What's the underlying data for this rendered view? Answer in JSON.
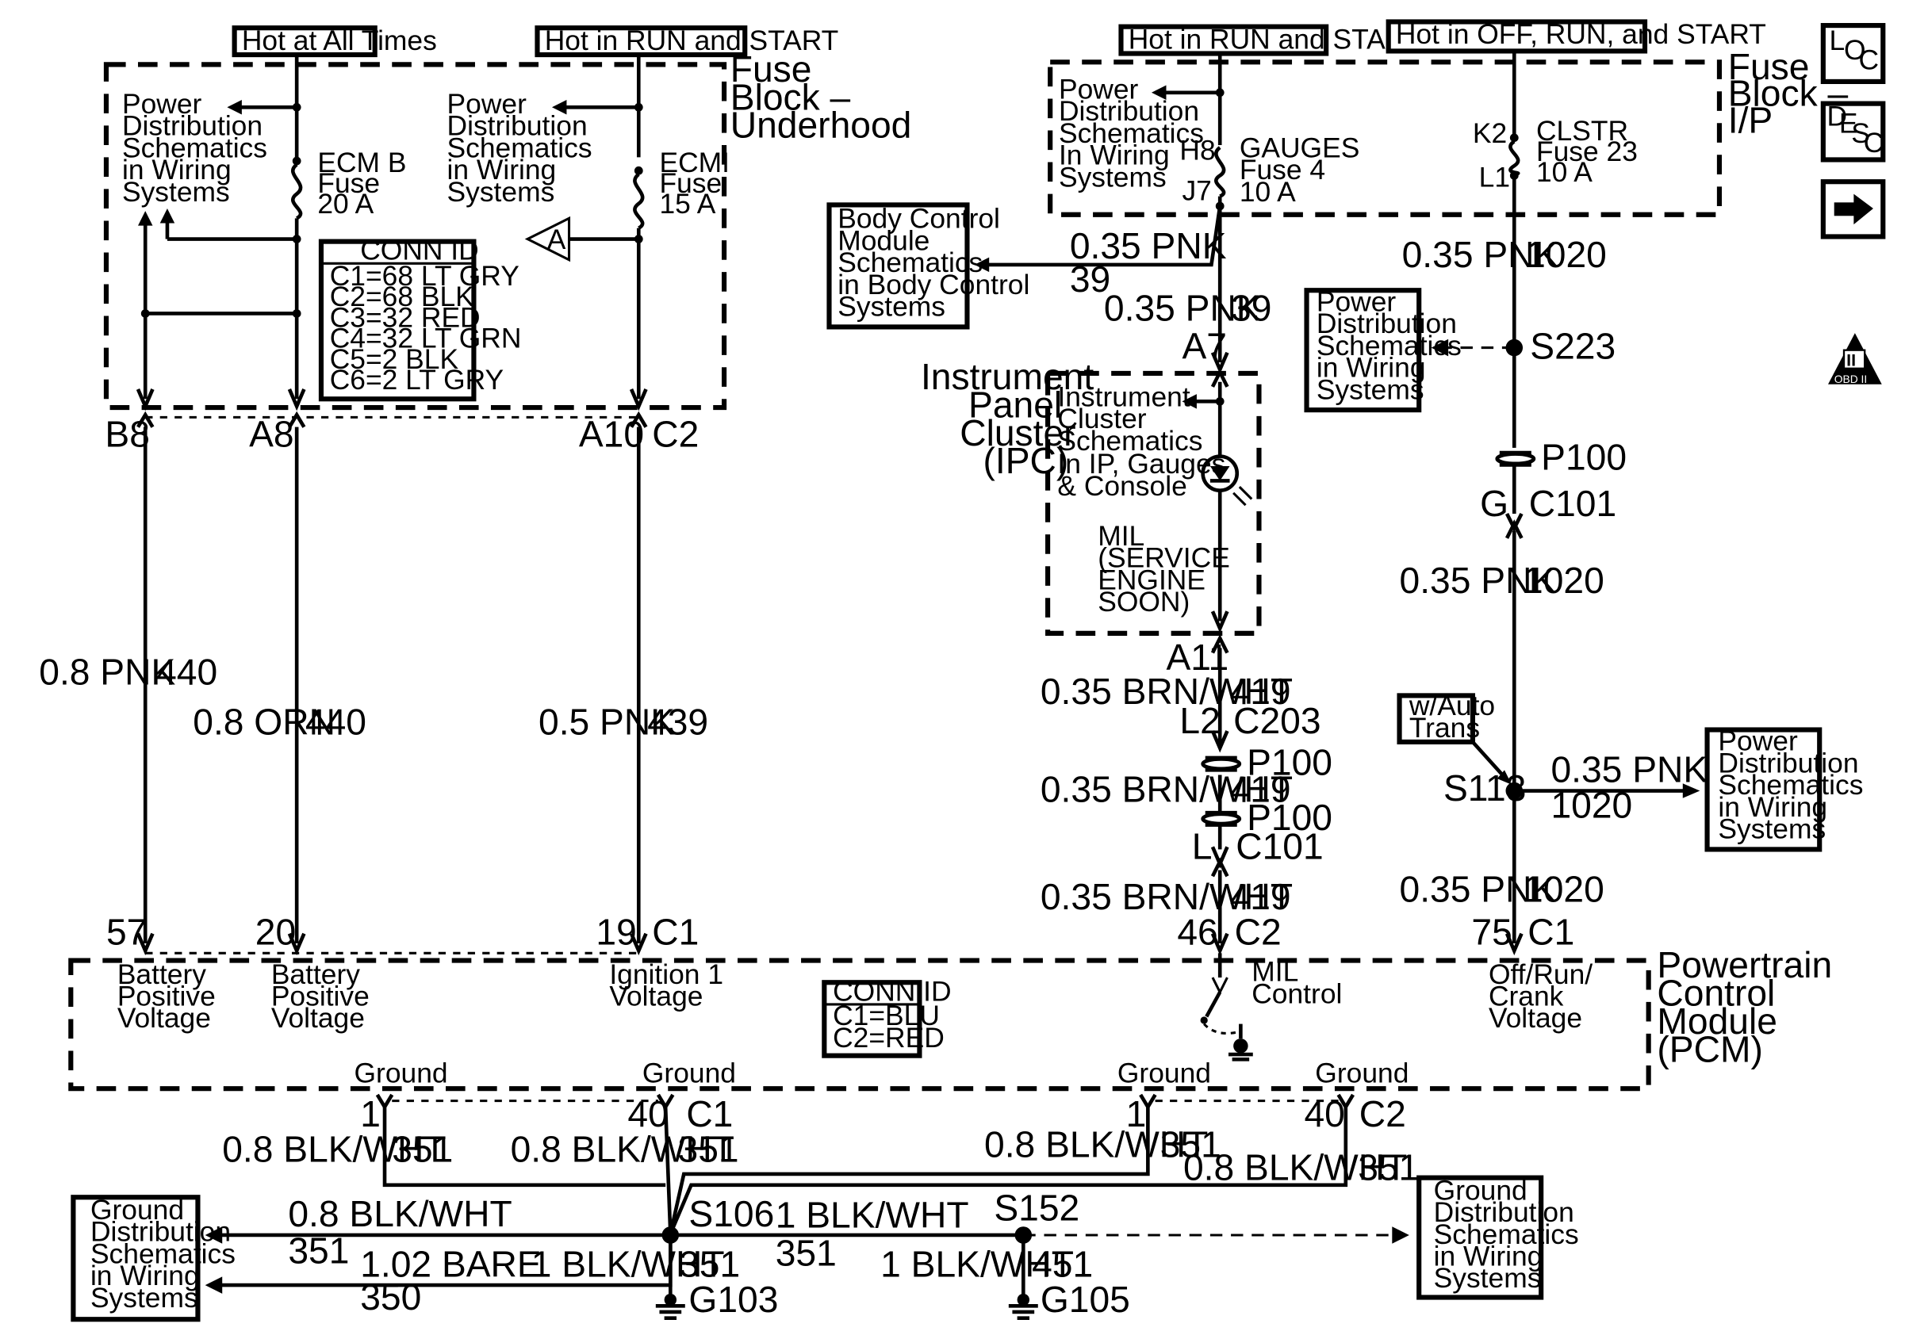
{
  "fuse_block_underhood": {
    "title": [
      "Fuse",
      "Block –",
      "Underhood"
    ],
    "hot_all_times": "Hot at All Times",
    "hot_run_start": "Hot in RUN and START",
    "pwr_dist_left": [
      "Power",
      "Distribution",
      "Schematics",
      "in Wiring",
      "Systems"
    ],
    "pwr_dist_mid": [
      "Power",
      "Distribution",
      "Schematics",
      "in Wiring",
      "Systems"
    ],
    "ecm_b_fuse": [
      "ECM B",
      "Fuse",
      "20 A"
    ],
    "ecmi_fuse": [
      "ECMI",
      "Fuse",
      "15 A"
    ],
    "ref_a": "A",
    "conn_id_title": "CONN ID",
    "conn_id": [
      "C1=68 LT GRY",
      "C2=68 BLK",
      "C3=32 RED",
      "C4=32 LT GRN",
      "C5=2 BLK",
      "C6=2 LT GRY"
    ],
    "pins": {
      "b8": "B8",
      "a8": "A8",
      "a10": "A10",
      "c2": "C2"
    }
  },
  "fuse_block_ip": {
    "title": [
      "Fuse",
      "Block –",
      "I/P"
    ],
    "hot_run_start": "Hot in RUN and START",
    "hot_off_run_start": "Hot in OFF, RUN, and START",
    "pwr_dist": [
      "Power",
      "Distribution",
      "Schematics",
      "In Wiring",
      "Systems"
    ],
    "gauges_fuse": [
      "GAUGES",
      "Fuse 4",
      "10 A"
    ],
    "clstr_fuse": [
      "CLSTR",
      "Fuse 23",
      "10 A"
    ],
    "pins": {
      "h8": "H8",
      "j7": "J7",
      "k2": "K2",
      "l1": "L1"
    }
  },
  "bcm_box": [
    "Body Control",
    "Module",
    "Schematics",
    "in Body Control",
    "Systems"
  ],
  "pwr_dist_s223": [
    "Power",
    "Distribution",
    "Schematics",
    "in Wiring",
    "Systems"
  ],
  "pwr_dist_s113": [
    "Power",
    "Distribution",
    "Schematics",
    "in Wiring",
    "Systems"
  ],
  "gnd_dist_left": [
    "Ground",
    "Distribution",
    "Schematics",
    "in Wiring",
    "Systems"
  ],
  "gnd_dist_right": [
    "Ground",
    "Distribution",
    "Schematics",
    "in Wiring",
    "Systems"
  ],
  "ipc": {
    "title": [
      "Instrument",
      "Panel",
      "Cluster",
      "(IPC)"
    ],
    "schem_ref": [
      "Instrument",
      "Cluster",
      "Schematics",
      "In IP, Gauges",
      "& Console"
    ],
    "mil": [
      "MIL",
      "(SERVICE",
      "ENGINE",
      "SOON)"
    ],
    "a7": "A7",
    "a11": "A11"
  },
  "pcm": {
    "title": [
      "Powertrain",
      "Control",
      "Module",
      "(PCM)"
    ],
    "batt1": [
      "Battery",
      "Positive",
      "Voltage"
    ],
    "batt2": [
      "Battery",
      "Positive",
      "Voltage"
    ],
    "ign": [
      "Ignition 1",
      "Voltage"
    ],
    "mil_ctrl": [
      "MIL",
      "Control"
    ],
    "orc": [
      "Off/Run/",
      "Crank",
      "Voltage"
    ],
    "conn_id_title": "CONN ID",
    "conn_id": [
      "C1=BLU",
      "C2=RED"
    ],
    "ground": "Ground",
    "pins_top": {
      "p57": "57",
      "p20": "20",
      "p19": "19",
      "c1": "C1",
      "p46": "46",
      "c2": "C2",
      "p75": "75",
      "c1b": "C1"
    },
    "pins_bot": {
      "p1a": "1",
      "p40a": "40",
      "c1": "C1",
      "p1b": "1",
      "p40b": "40",
      "c2": "C2"
    }
  },
  "wires": {
    "b8_color": "0.8 PNK",
    "b8_circ": "440",
    "a8_color": "0.8 ORN",
    "a8_circ": "440",
    "a10_color": "0.5 PNK",
    "a10_circ": "439",
    "j7_color": "0.35 PNK",
    "j7_circ": "39",
    "bcm_color": "0.35 PNK",
    "bcm_circ": "39",
    "l1_color": "0.35 PNK",
    "l1_circ": "1020",
    "c101_color": "0.35 PNK",
    "c101_circ": "1020",
    "s113_right_color": "0.35 PNK",
    "s113_right_circ": "1020",
    "s113_down_color": "0.35 PNK",
    "s113_down_circ": "1020",
    "brn1_color": "0.35 BRN/WHT",
    "brn1_circ": "419",
    "brn2_color": "0.35 BRN/WHT",
    "brn2_circ": "419",
    "brn3_color": "0.35 BRN/WHT",
    "brn3_circ": "419",
    "g1_color": "0.8 BLK/WHT",
    "g1_circ": "351",
    "g2_color": "0.8 BLK/WHT",
    "g2_circ": "351",
    "g3_color": "0.8 BLK/WHT",
    "g3_circ": "351",
    "g4_color": "0.8 BLK/WHT",
    "g4_circ": "351",
    "gl_color": "0.8 BLK/WHT",
    "gl_circ": "351",
    "bare_color": "1.02 BARE",
    "bare_circ": "350",
    "s106_down_color": "1 BLK/WHT",
    "s106_down_circ": "351",
    "s106_right_color": "1 BLK/WHT",
    "s106_right_circ": "351",
    "s152_down_color": "1 BLK/WHT",
    "s152_down_circ": "451"
  },
  "splices": {
    "s223": "S223",
    "s113": "S113",
    "s106": "S106",
    "s152": "S152"
  },
  "connectors": {
    "p100": "P100",
    "g_pin": "G",
    "c101": "C101",
    "l2": "L2",
    "c203": "C203",
    "l_pin": "L"
  },
  "grounds": {
    "g103": "G103",
    "g105": "G105"
  },
  "w_auto_trans": [
    "w/Auto",
    "Trans"
  ],
  "nav": {
    "loc": [
      "L",
      "O",
      "C"
    ],
    "desc": [
      "D",
      "E",
      "S",
      "C"
    ],
    "next_arrow": "→",
    "obd_numeral": "II",
    "obd_label": "OBD II"
  }
}
